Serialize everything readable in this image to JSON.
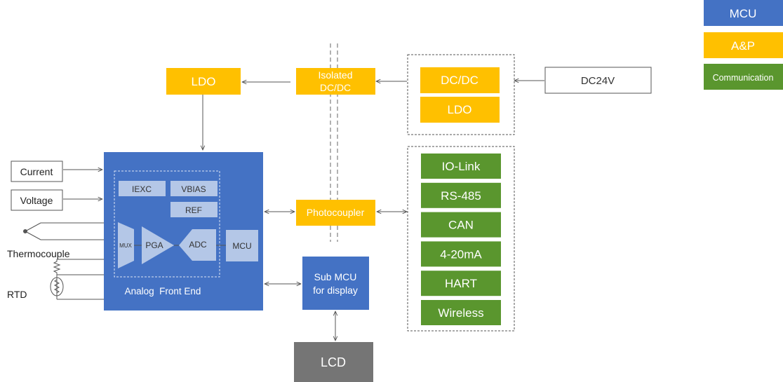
{
  "legend": {
    "items": [
      {
        "label": "MCU",
        "color": "#4472c4"
      },
      {
        "label": "A&P",
        "color": "#ffc000"
      },
      {
        "label": "Communication",
        "color": "#5a962e"
      }
    ]
  },
  "colors": {
    "mcu_blue": "#4472c4",
    "mcu_light": "#b4c7e7",
    "ap_yellow": "#ffc000",
    "comm_green": "#5a962e",
    "lcd_gray": "#757575",
    "line": "#555555"
  },
  "power": {
    "ldo_main": "LDO",
    "isolated_dcdc": [
      "Isolated",
      "DC/DC"
    ],
    "dcdc": "DC/DC",
    "ldo_module": "LDO",
    "dc24v": "DC24V"
  },
  "inputs": {
    "current": "Current",
    "voltage": "Voltage",
    "thermocouple": "Thermocouple",
    "rtd": "RTD"
  },
  "afe": {
    "title": "Analog  Front End",
    "iexc": "IEXC",
    "vbias": "VBIAS",
    "ref": "REF",
    "mux": "MUX",
    "pga": "PGA",
    "adc": "ADC",
    "mcu": "MCU"
  },
  "photocoupler": "Photocoupler",
  "sub_mcu": [
    "Sub MCU",
    "for display"
  ],
  "lcd": "LCD",
  "comm": {
    "items": [
      "IO-Link",
      "RS-485",
      "CAN",
      "4-20mA",
      "HART",
      "Wireless"
    ]
  }
}
